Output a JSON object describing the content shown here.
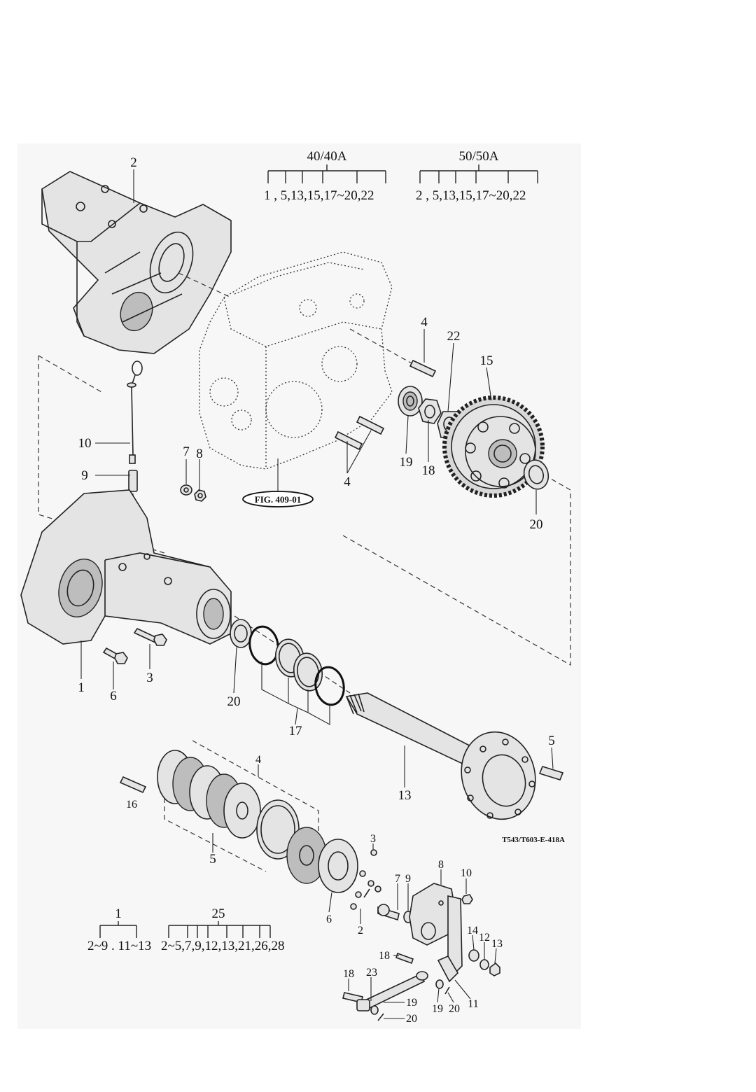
{
  "drawing_code": "T543/T603-E-418A",
  "figure_ref": "FIG. 409-01",
  "groups": [
    {
      "head": "40/40A",
      "members": "1 , 5,13,15,17~20,22"
    },
    {
      "head": "50/50A",
      "members": "2 , 5,13,15,17~20,22"
    },
    {
      "head": "1",
      "members": "2~9 . 11~13"
    },
    {
      "head": "25",
      "members": "2~5,7,9,12,13,21,26,28"
    }
  ],
  "callouts": {
    "c2_top": "2",
    "c10": "10",
    "c9": "9",
    "c7_upper": "7",
    "c8_upper": "8",
    "c4_stud": "4",
    "c22": "22",
    "c15": "15",
    "c19_upper": "19",
    "c18_upper": "18",
    "c4_lower": "4",
    "c20_right": "20",
    "c1": "1",
    "c6_bolt": "6",
    "c3_bolt": "3",
    "c20_left": "20",
    "c17": "17",
    "c5_stud": "5",
    "c13_shaft": "13",
    "c4_brake": "4",
    "c16": "16",
    "c5_brake": "5",
    "c3_ball": "3",
    "c6_plate": "6",
    "c2_ball": "2",
    "c7_lever": "7",
    "c9_small": "9",
    "c8_cover": "8",
    "c10_small": "10",
    "c14": "14",
    "c12": "12",
    "c13_small": "13",
    "c11": "11",
    "c18_pin_a": "18",
    "c18_pin_b": "18",
    "c23": "23",
    "c19_lower_a": "19",
    "c19_lower_b": "19",
    "c20_lower_a": "20",
    "c20_lower_b": "20"
  }
}
